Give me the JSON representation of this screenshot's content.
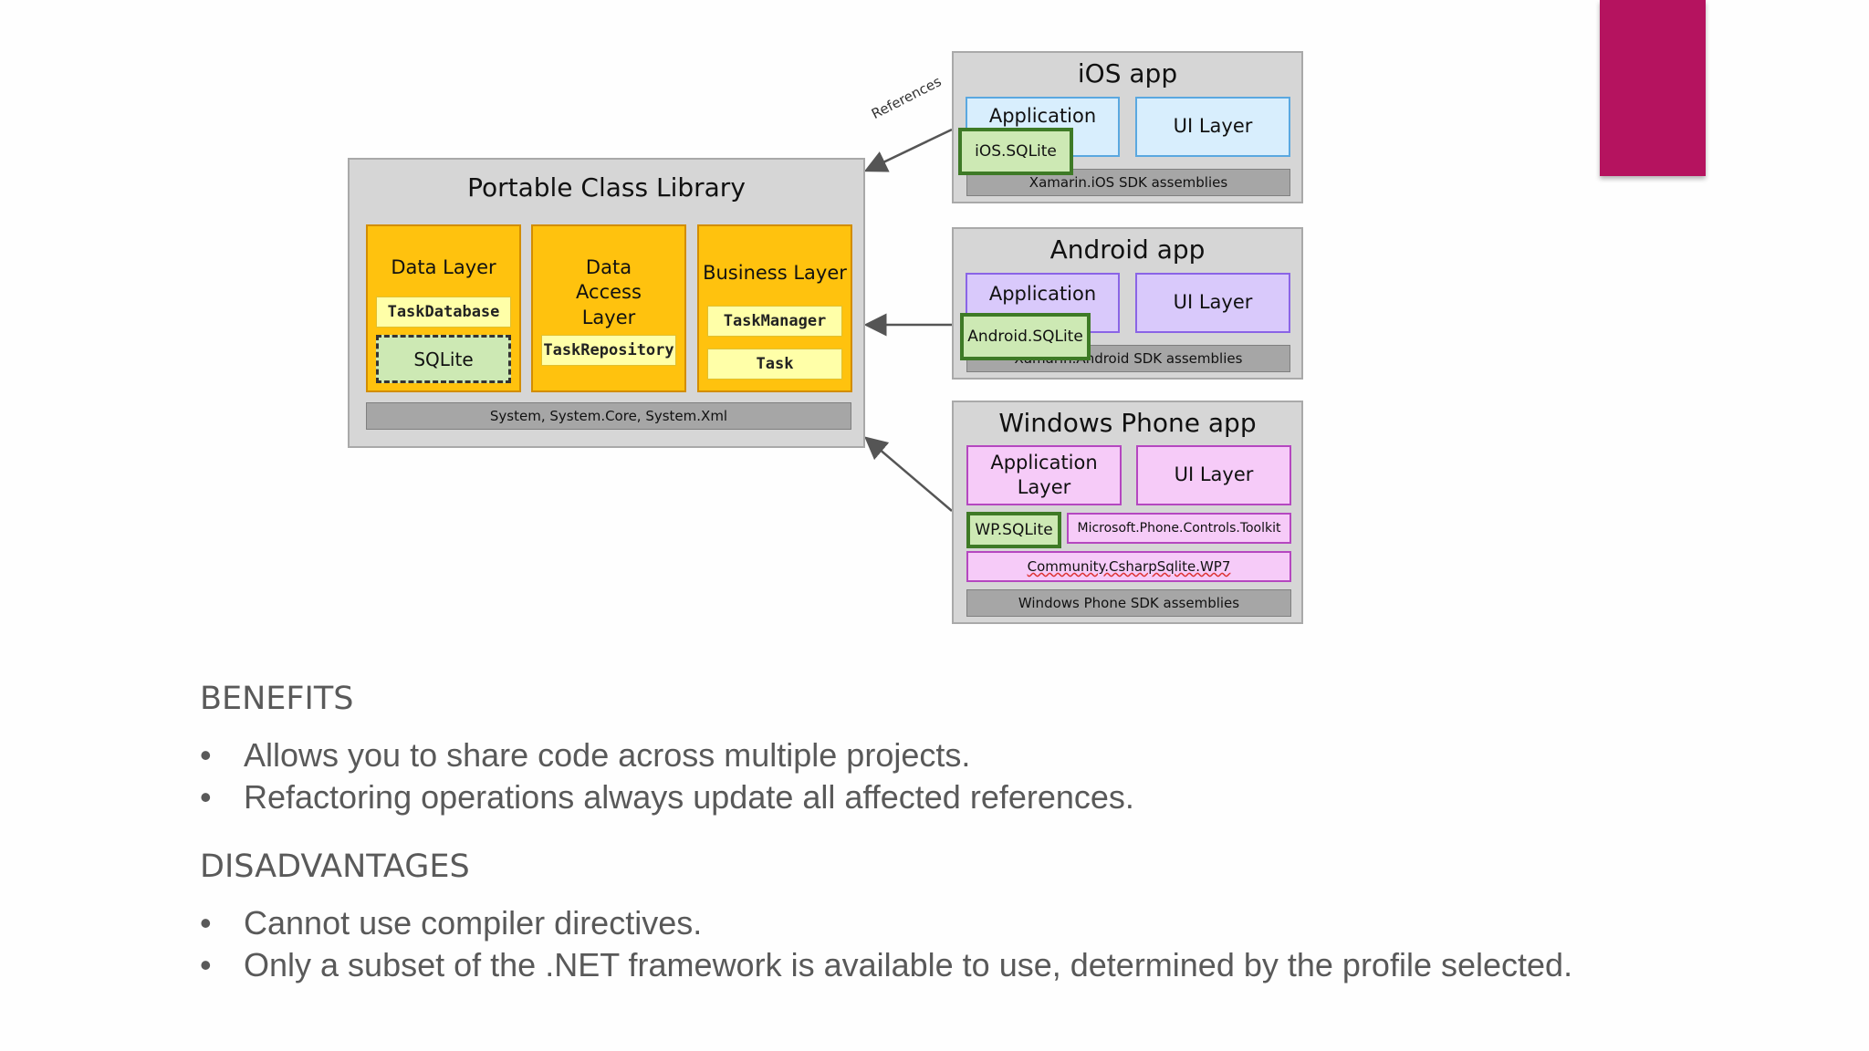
{
  "diagram": {
    "references_label": "References",
    "pcl": {
      "title": "Portable Class Library",
      "data_layer": {
        "title": "Data Layer",
        "items": [
          "TaskDatabase",
          "SQLite"
        ]
      },
      "data_access_layer": {
        "title": "Data Access Layer",
        "items": [
          "TaskRepository"
        ]
      },
      "business_layer": {
        "title": "Business Layer",
        "items": [
          "TaskManager",
          "Task"
        ]
      },
      "footer": "System, System.Core, System.Xml"
    },
    "ios": {
      "title": "iOS app",
      "app_label": "Application",
      "ui_label": "UI Layer",
      "sqlite": "iOS.SQLite",
      "sdk": "Xamarin.iOS SDK assemblies"
    },
    "android": {
      "title": "Android app",
      "app_label": "Application",
      "ui_label": "UI Layer",
      "sqlite": "Android.SQLite",
      "sdk": "Xamarin.Android SDK assemblies"
    },
    "wp": {
      "title": "Windows Phone app",
      "app_label": "Application Layer",
      "ui_label": "UI Layer",
      "sqlite": "WP.SQLite",
      "toolkit": "Microsoft.Phone.Controls.Toolkit",
      "community": "Community.CsharpSqlite.WP7",
      "sdk": "Windows Phone SDK assemblies"
    }
  },
  "benefits": {
    "heading": "BENEFITS",
    "items": [
      "Allows you to share code across multiple projects.",
      "Refactoring operations always update all affected references."
    ]
  },
  "disadvantages": {
    "heading": "DISADVANTAGES",
    "items": [
      "Cannot use compiler directives.",
      "Only a subset of the .NET framework is available to use, determined by the profile selected."
    ]
  },
  "bullet_char": "•",
  "colors": {
    "accent": "#b5135f",
    "orange": "#ffc20e",
    "cyan": "#d8eefd",
    "purple": "#d9c9fb",
    "pink": "#f6cbf8",
    "green": "#cde9b4"
  }
}
